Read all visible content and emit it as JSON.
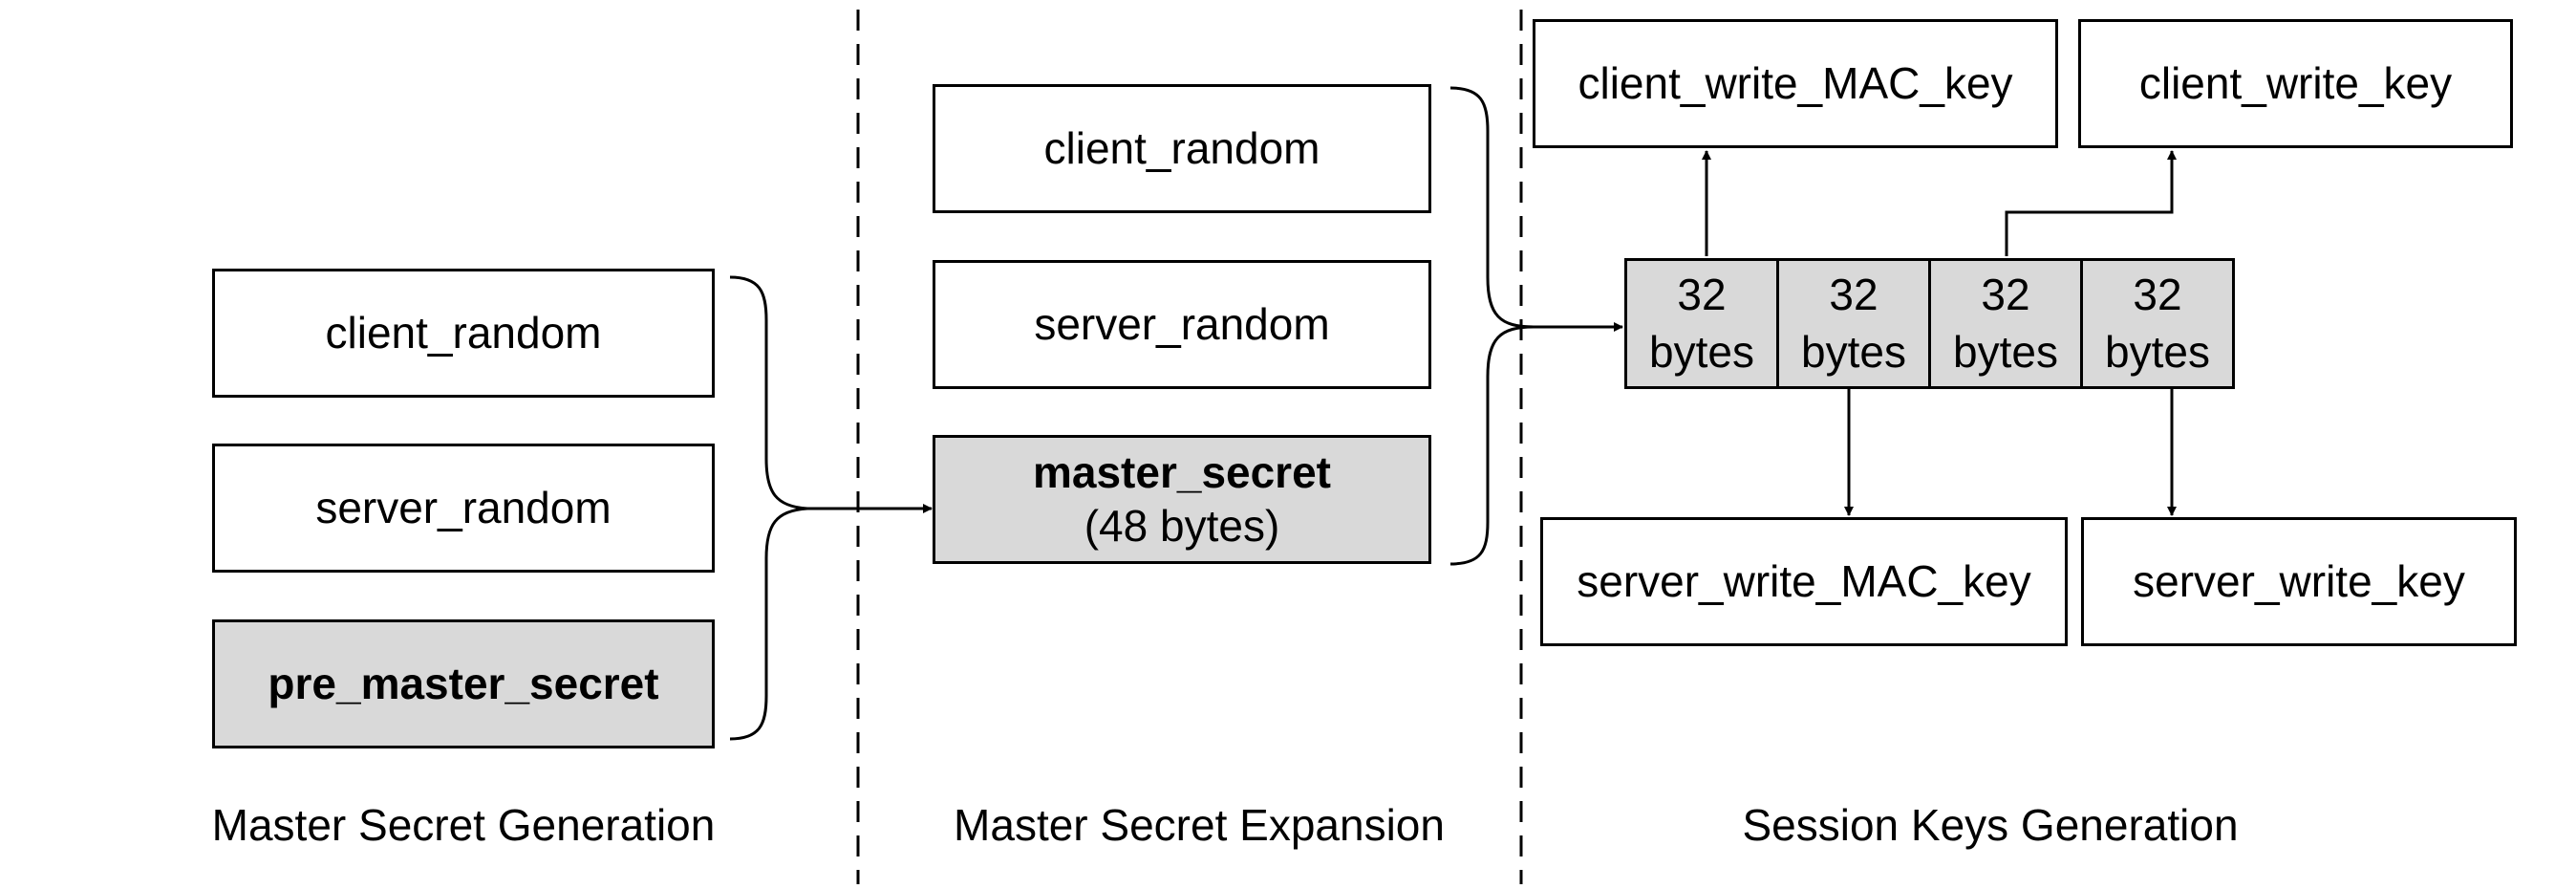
{
  "sections": {
    "generation": {
      "caption": "Master Secret Generation",
      "client_random": "client_random",
      "server_random": "server_random",
      "pre_master_secret": "pre_master_secret"
    },
    "expansion": {
      "caption": "Master Secret Expansion",
      "client_random": "client_random",
      "server_random": "server_random",
      "master_secret": "master_secret",
      "master_secret_size": "(48 bytes)"
    },
    "session_keys": {
      "caption": "Session Keys Generation",
      "client_write_mac_key": "client_write_MAC_key",
      "client_write_key": "client_write_key",
      "server_write_mac_key": "server_write_MAC_key",
      "server_write_key": "server_write_key",
      "key_block": [
        {
          "num": "32",
          "unit": "bytes"
        },
        {
          "num": "32",
          "unit": "bytes"
        },
        {
          "num": "32",
          "unit": "bytes"
        },
        {
          "num": "32",
          "unit": "bytes"
        }
      ]
    }
  },
  "colors": {
    "shaded_fill": "#d9d9d9",
    "stroke": "#000000",
    "background": "#ffffff"
  }
}
